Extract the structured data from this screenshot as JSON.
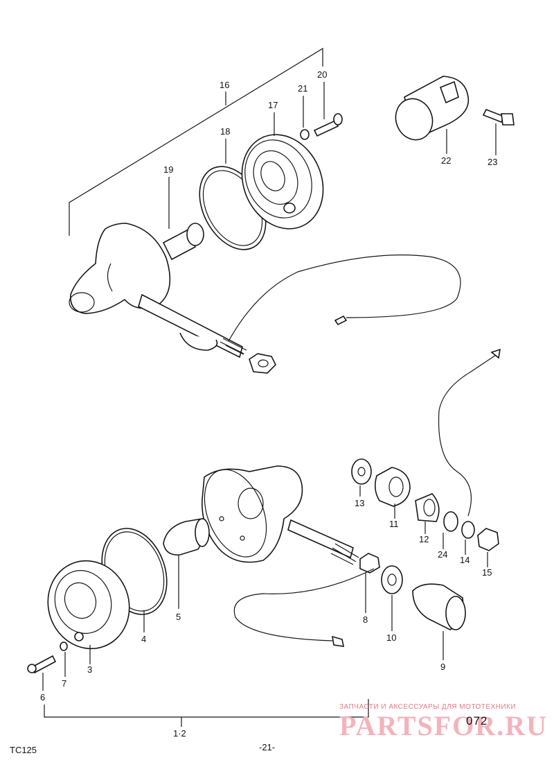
{
  "callouts": {
    "c1": "16",
    "c2": "20",
    "c3": "21",
    "c4": "17",
    "c5": "18",
    "c6": "19",
    "c7": "22",
    "c8": "23",
    "c9": "13",
    "c10": "11",
    "c11": "12",
    "c12": "24",
    "c13": "14",
    "c14": "15",
    "c15": "8",
    "c16": "10",
    "c17": "9",
    "c18": "5",
    "c19": "4",
    "c20": "3",
    "c21": "7",
    "c22": "6",
    "c23": "1·2"
  },
  "footer": {
    "model": "TC125",
    "page": "-21-",
    "diagram_code": "072"
  },
  "watermark": {
    "tagline": "ЗАПЧАСТИ И АКСЕССУАРЫ ДЛЯ МОТОТЕХНИКИ",
    "brand": "PARTSFOR.RU"
  }
}
